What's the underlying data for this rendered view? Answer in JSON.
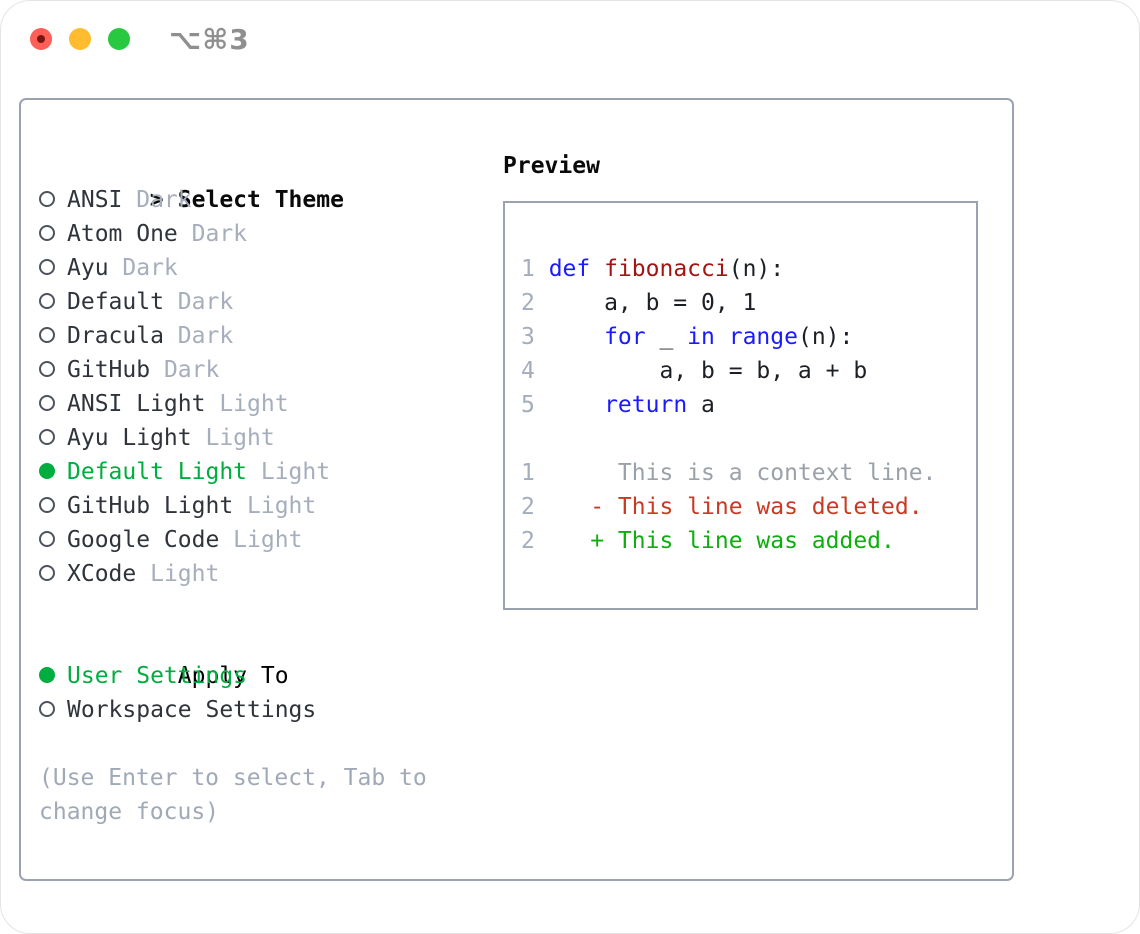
{
  "window": {
    "shortcut_label": "⌥⌘3",
    "traffic_lights": [
      "close",
      "minimize",
      "zoom"
    ]
  },
  "colors": {
    "selection_green": "#00ad3f",
    "added_green": "#0fad0f",
    "deleted_red": "#c83a23",
    "keyword_blue": "#1a1aff",
    "function_red": "#a31515",
    "muted_gray": "#a6aebc",
    "gutter_gray": "#a3adbc",
    "border_gray": "#9aa3af",
    "traffic_red": "#fe5f57",
    "traffic_yellow": "#febc2e",
    "traffic_green": "#28c840"
  },
  "theme_panel": {
    "title_prefix": ">",
    "title": "Select Theme",
    "themes": [
      {
        "name": "ANSI",
        "variant": "Dark",
        "selected": false
      },
      {
        "name": "Atom One",
        "variant": "Dark",
        "selected": false
      },
      {
        "name": "Ayu",
        "variant": "Dark",
        "selected": false
      },
      {
        "name": "Default",
        "variant": "Dark",
        "selected": false
      },
      {
        "name": "Dracula",
        "variant": "Dark",
        "selected": false
      },
      {
        "name": "GitHub",
        "variant": "Dark",
        "selected": false
      },
      {
        "name": "ANSI Light",
        "variant": "Light",
        "selected": false
      },
      {
        "name": "Ayu Light",
        "variant": "Light",
        "selected": false
      },
      {
        "name": "Default Light",
        "variant": "Light",
        "selected": true
      },
      {
        "name": "GitHub Light",
        "variant": "Light",
        "selected": false
      },
      {
        "name": "Google Code",
        "variant": "Light",
        "selected": false
      },
      {
        "name": "XCode",
        "variant": "Light",
        "selected": false
      }
    ],
    "apply_to": {
      "title": "Apply To",
      "options": [
        {
          "label": "User Settings",
          "selected": true
        },
        {
          "label": "Workspace Settings",
          "selected": false
        }
      ]
    },
    "help_text": "(Use Enter to select, Tab to change focus)"
  },
  "preview": {
    "title": "Preview",
    "lines": [
      {
        "num": "1",
        "tokens": [
          {
            "text": "def",
            "style": "kw"
          },
          {
            "text": " ",
            "style": "pl"
          },
          {
            "text": "fibonacci",
            "style": "fn"
          },
          {
            "text": "(n):",
            "style": "pl"
          }
        ]
      },
      {
        "num": "2",
        "tokens": [
          {
            "text": "    a, b = 0, 1",
            "style": "pl"
          }
        ]
      },
      {
        "num": "3",
        "tokens": [
          {
            "text": "    ",
            "style": "pl"
          },
          {
            "text": "for",
            "style": "kw"
          },
          {
            "text": " _ ",
            "style": "pl"
          },
          {
            "text": "in",
            "style": "kw"
          },
          {
            "text": " ",
            "style": "pl"
          },
          {
            "text": "range",
            "style": "kw"
          },
          {
            "text": "(n):",
            "style": "pl"
          }
        ]
      },
      {
        "num": "4",
        "tokens": [
          {
            "text": "        a, b = b, a + b",
            "style": "pl"
          }
        ]
      },
      {
        "num": "5",
        "tokens": [
          {
            "text": "    ",
            "style": "pl"
          },
          {
            "text": "return",
            "style": "kw"
          },
          {
            "text": " a",
            "style": "pl"
          }
        ]
      },
      {
        "num": "",
        "tokens": []
      },
      {
        "num": "1",
        "tokens": [
          {
            "text": "     This is a context line.",
            "style": "ctx"
          }
        ]
      },
      {
        "num": "2",
        "tokens": [
          {
            "text": "   - This line was deleted.",
            "style": "del"
          }
        ]
      },
      {
        "num": "2",
        "tokens": [
          {
            "text": "   + This line was added.",
            "style": "add"
          }
        ]
      }
    ]
  }
}
